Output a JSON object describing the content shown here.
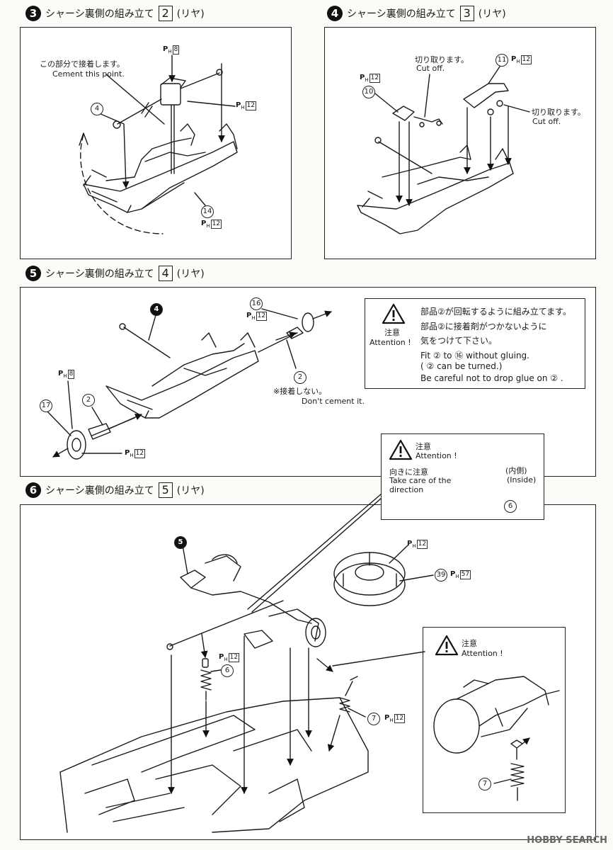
{
  "steps": {
    "s3": {
      "num": "3",
      "title": "シャーシ裏側の組み立て",
      "box": "2",
      "suffix": "(リヤ)"
    },
    "s4": {
      "num": "4",
      "title": "シャーシ裏側の組み立て",
      "box": "3",
      "suffix": "(リヤ)"
    },
    "s5": {
      "num": "5",
      "title": "シャーシ裏側の組み立て",
      "box": "4",
      "suffix": "(リヤ)"
    },
    "s6": {
      "num": "6",
      "title": "シャーシ裏側の組み立て",
      "box": "5",
      "suffix": "(リヤ)"
    }
  },
  "s3_labels": {
    "cement_jp": "この部分で接着します。",
    "cement_en": "Cement this point.",
    "p4": "4",
    "p14": "14",
    "ph_8": "8",
    "ph_12a": "12",
    "ph_12b": "12"
  },
  "s4_labels": {
    "cut_jp1": "切り取ります。",
    "cut_en1": "Cut off.",
    "cut_jp2": "切り取ります。",
    "cut_en2": "Cut off.",
    "p10": "10",
    "p11": "11",
    "ph_12a": "12",
    "ph_12b": "12"
  },
  "s5_labels": {
    "p4": "4",
    "p16": "16",
    "p2a": "2",
    "p2b": "2",
    "p17": "17",
    "ph_12a": "12",
    "ph_8": "8",
    "ph_12b": "12",
    "no_cement_jp": "※接着しない。",
    "no_cement_en": "Don't cement it."
  },
  "s5_note": {
    "attention_jp": "注意",
    "attention_en": "Attention !",
    "line1": "部品②が回転するように組み立てます。",
    "line2": "部品②に接着剤がつかないように",
    "line3": "気をつけて下さい。",
    "line4": "Fit ② to ⑯ without gluing.",
    "line5": "( ② can be turned.)",
    "line6": "Be careful not  to drop glue on ② ."
  },
  "s6_note": {
    "attention_jp": "注意",
    "attention_en": "Attention !",
    "dir_jp": "向きに注意",
    "dir_en1": "Take care of the",
    "dir_en2": "direction",
    "inside_jp": "(内側)",
    "inside_en": "(Inside)",
    "p6": "6"
  },
  "s6_labels": {
    "p5": "5",
    "p39": "39",
    "p6": "6",
    "p7": "7",
    "ph_12a": "12",
    "ph_57": "57",
    "ph_12b": "12",
    "ph_12c": "12"
  },
  "s6_note2": {
    "attention_jp": "注意",
    "attention_en": "Attention !",
    "p7": "7"
  },
  "ph_prefix": "P",
  "ph_sub": "H",
  "watermark": "HOBBY SEARCH"
}
